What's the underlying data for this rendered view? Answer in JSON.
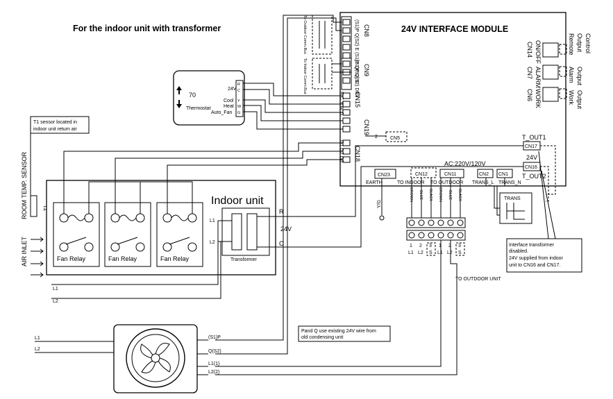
{
  "title": "For the indoor unit with transformer",
  "module_title": "24V INTERFACE MODULE",
  "connectors": {
    "cn8": "CN8",
    "cn9": "CN9",
    "cn14": "CN14",
    "cn7": "CN7",
    "cn6": "CN6",
    "cn15": "CN15",
    "cn19": "CN19",
    "cn18": "CN18",
    "cn5": "CN5",
    "cn17": "CN17",
    "cn16": "CN16",
    "cn23": "CN23",
    "cn12": "CN12",
    "cn11": "CN11",
    "cn2": "CN2",
    "cn1": "CN1"
  },
  "cn8_pins": "(S1)P Q(S2) E (S1)P Q(S2) E",
  "cn9_pins": "(S1)P Q(S2) DRY",
  "cn8_label": "To Outdoor Comm.Bus",
  "cn9_label": "To Indoor Comm.Bus",
  "cn15_pins": "R C Y W G",
  "cn18_pins": "G1 G2 G3",
  "outputs": {
    "remote": "Remote Control",
    "alarm": "Alarm Output",
    "work": "Work Output",
    "onoff": "ON/OFF",
    "alarm_sig": "ALARM",
    "work_sig": "WORK",
    "output": "Output",
    "remote_l1": "Remote",
    "remote_l2": "Control",
    "alarm_l1": "Alarm",
    "work_l1": "Work"
  },
  "thermostat": {
    "setpoint": "70",
    "name": "Thermostat",
    "term_24v": "24V",
    "cool": "Cool",
    "heat": "Heat",
    "auto_fan": "Auto_Fan",
    "pins": [
      "R",
      "C",
      "Y",
      "W",
      "G"
    ]
  },
  "t1_note": [
    "T1 sensor located in",
    "indoor unit return air"
  ],
  "room_sensor": "ROOM TEMP. SENSOR",
  "t1": "T1",
  "air_inlet": "AIR INLET",
  "indoor_unit": "Indoor unit",
  "fan_relays": [
    "Fan Relay",
    "Fan Relay",
    "Fan Relay"
  ],
  "transformer": "Transformer",
  "l1": "L1",
  "l2": "L2",
  "r": "R",
  "c": "C",
  "v24": "24V",
  "t_out1": "T_OUT1",
  "t_out2": "T_OUT2",
  "ac_label": "AC:220V/120V",
  "earth": "EARTH",
  "to_indoor": "TO INDOOR",
  "to_outdoor": "TO OUTDOOR",
  "trans_l": "TRANS_L",
  "trans_n": "TRANS_N",
  "trans": "TRANS",
  "yg": "Y/G",
  "wire_colors_in": [
    "BROWN",
    "BLUE",
    "BLACK"
  ],
  "wire_colors_out": [
    "BROWN",
    "BLUE",
    "BLACK"
  ],
  "terminal_nums": [
    "1",
    "2",
    "3",
    "1",
    "2",
    "3"
  ],
  "terminal_sub": [
    "L1",
    "L2",
    "S",
    "L1",
    "L2",
    "S"
  ],
  "to_outdoor_unit": "TO OUTDOOR UNIT",
  "note_interface": [
    "Interface transformer",
    "disabled.",
    "24V supplied from indoor",
    "unit to CN16 and CN17."
  ],
  "note_pq": [
    "Pand Q use existing 24V wire from",
    "old condensing unit"
  ],
  "outdoor_wires": [
    "(S1)P",
    "Q(S2)",
    "L1(1)",
    "L2(2)"
  ],
  "two": "2",
  "twentyfour": "24V"
}
